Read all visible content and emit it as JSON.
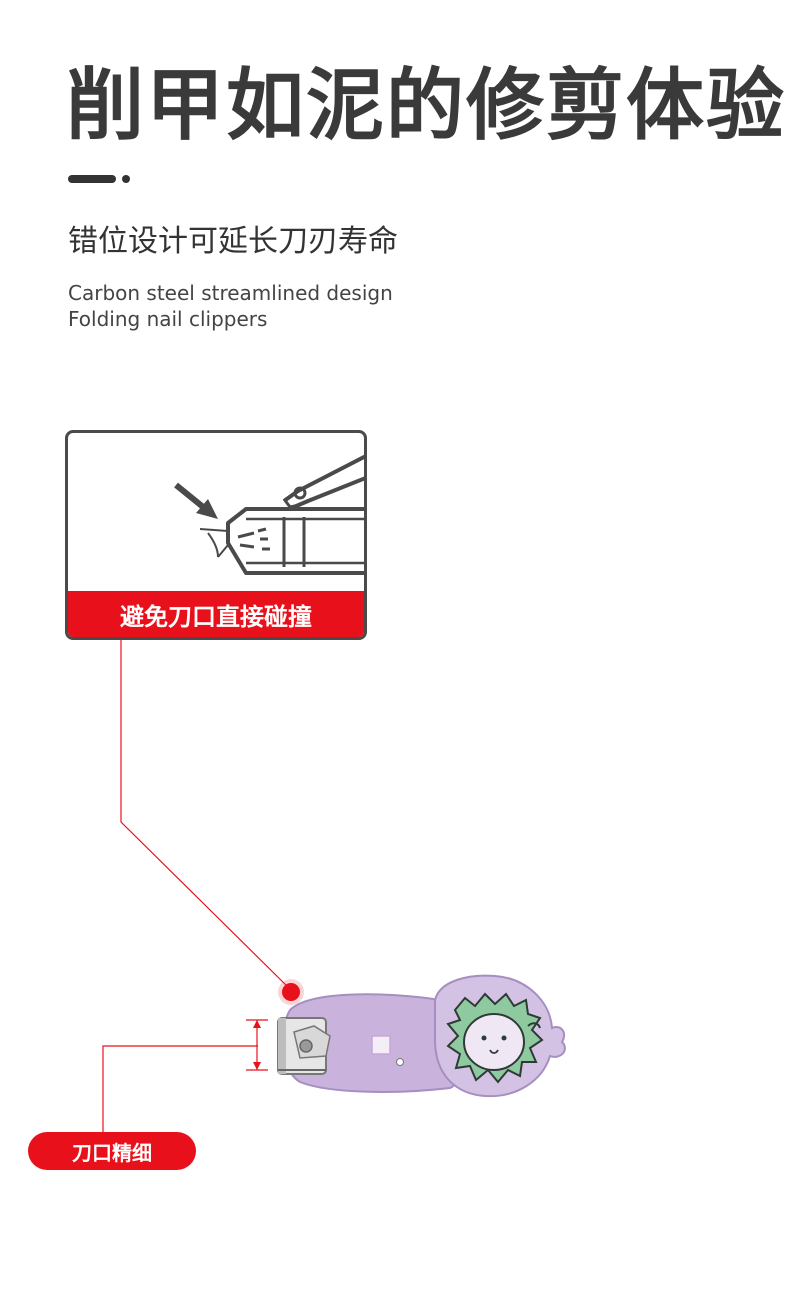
{
  "headline": "削甲如泥的修剪体验",
  "subtitle": "错位设计可延长刀刃寿命",
  "english": {
    "line1": "Carbon steel streamlined design",
    "line2": "Folding nail clippers"
  },
  "illustration": {
    "caption": "避免刀口直接碰撞"
  },
  "callout": {
    "label": "刀口精细"
  },
  "colors": {
    "accent": "#e8101a",
    "text": "#333333",
    "clipper_body": "#c9b3dc",
    "character_green": "#8fc9a0"
  }
}
